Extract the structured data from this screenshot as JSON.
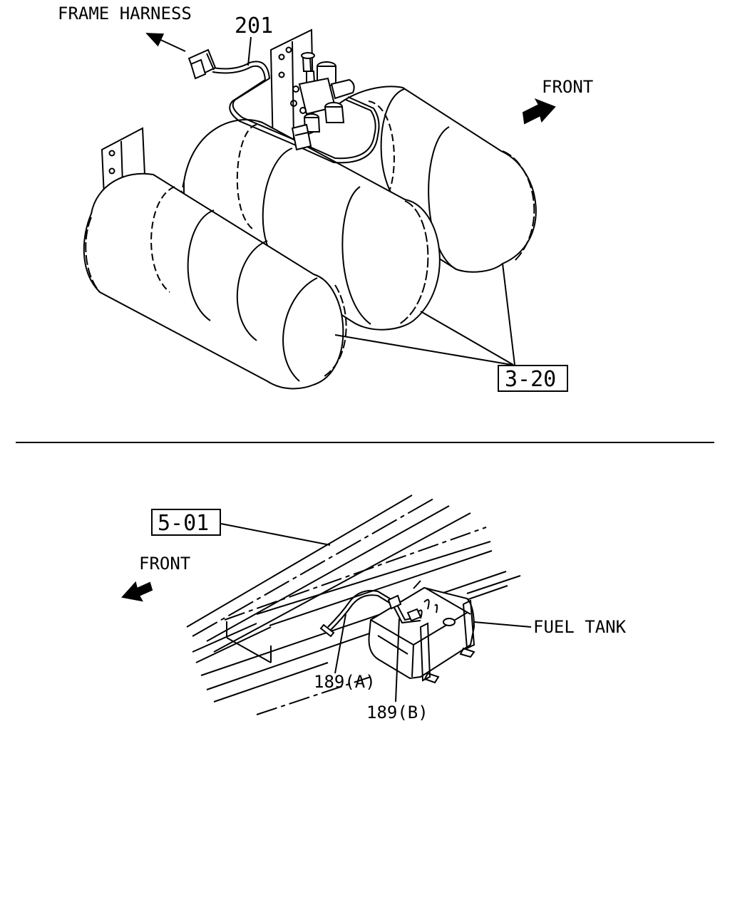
{
  "colors": {
    "ink": "#000000",
    "paper": "#ffffff"
  },
  "top_view": {
    "frame_harness_label": "FRAME HARNESS",
    "part_201": "201",
    "front_label": "FRONT",
    "ref_box": "3-20"
  },
  "bottom_view": {
    "ref_box": "5-01",
    "front_label": "FRONT",
    "fuel_tank_label": "FUEL TANK",
    "part_189a": "189(A)",
    "part_189b": "189(B)"
  }
}
